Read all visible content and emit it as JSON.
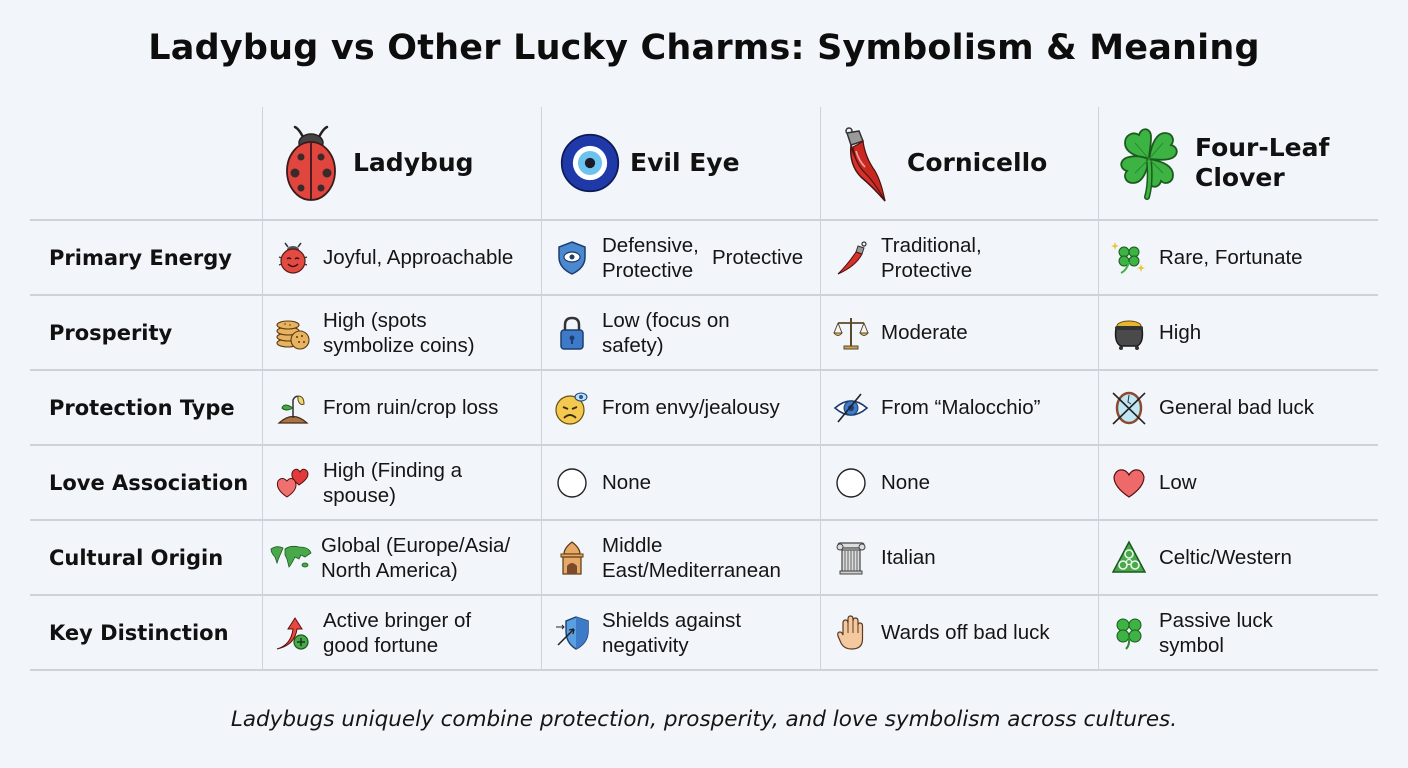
{
  "title": "Ladybug vs Other Lucky Charms: Symbolism & Meaning",
  "columns": [
    {
      "label": "Ladybug",
      "icon": "ladybug-icon"
    },
    {
      "label": "Evil Eye",
      "icon": "evil-eye-icon"
    },
    {
      "label": "Cornicello",
      "icon": "cornicello-horn-icon"
    },
    {
      "label": "Four-Leaf Clover",
      "icon": "four-leaf-clover-icon"
    }
  ],
  "rows": [
    {
      "label": "Primary Energy",
      "cells": [
        {
          "text": "Joyful, Approachable",
          "icon": "smiling-ladybug-icon"
        },
        {
          "text": "Defensive, Protective Protective",
          "icon": "eye-shield-icon"
        },
        {
          "text": "Traditional, Protective",
          "icon": "red-horn-icon"
        },
        {
          "text": "Rare, Fortunate",
          "icon": "sparkling-clover-icon"
        }
      ]
    },
    {
      "label": "Prosperity",
      "cells": [
        {
          "text": "High (spots symbolize coins)",
          "icon": "coin-stack-icon"
        },
        {
          "text": "Low (focus on safety)",
          "icon": "padlock-icon"
        },
        {
          "text": "Moderate",
          "icon": "balance-scale-icon"
        },
        {
          "text": "High",
          "icon": "pot-of-gold-icon"
        }
      ]
    },
    {
      "label": "Protection Type",
      "cells": [
        {
          "text": "From ruin/crop loss",
          "icon": "sprout-icon"
        },
        {
          "text": "From envy/jealousy",
          "icon": "envious-face-icon"
        },
        {
          "text": "From “Malocchio”",
          "icon": "crossed-eye-icon"
        },
        {
          "text": "General bad luck",
          "icon": "broken-mirror-icon"
        }
      ]
    },
    {
      "label": "Love Association",
      "cells": [
        {
          "text": "High (Finding a spouse)",
          "icon": "two-hearts-icon"
        },
        {
          "text": "None",
          "icon": "empty-circle-icon"
        },
        {
          "text": "None",
          "icon": "empty-circle-icon"
        },
        {
          "text": "Low",
          "icon": "heart-icon"
        }
      ]
    },
    {
      "label": "Cultural Origin",
      "cells": [
        {
          "text": "Global (Europe/Asia/ North America)",
          "icon": "world-map-icon"
        },
        {
          "text": "Middle East/Mediterranean",
          "icon": "mosque-arch-icon"
        },
        {
          "text": "Italian",
          "icon": "ionic-column-icon"
        },
        {
          "text": "Celtic/Western",
          "icon": "celtic-knot-icon"
        }
      ]
    },
    {
      "label": "Key Distinction",
      "cells": [
        {
          "text": "Active bringer of good fortune",
          "icon": "upward-arrow-plus-icon"
        },
        {
          "text": "Shields against negativity",
          "icon": "shield-arrow-icon"
        },
        {
          "text": "Wards off bad luck",
          "icon": "raised-hand-icon"
        },
        {
          "text": "Passive luck symbol",
          "icon": "clover-icon"
        }
      ]
    }
  ],
  "footer": "Ladybugs uniquely combine protection, prosperity, and love symbolism across cultures.",
  "colors": {
    "background": "#f2f6fa",
    "grid": "#cdd3da",
    "ladybug_red": "#d9403a",
    "evil_eye_blue": "#1f3aa8",
    "clover_green": "#3db343"
  }
}
